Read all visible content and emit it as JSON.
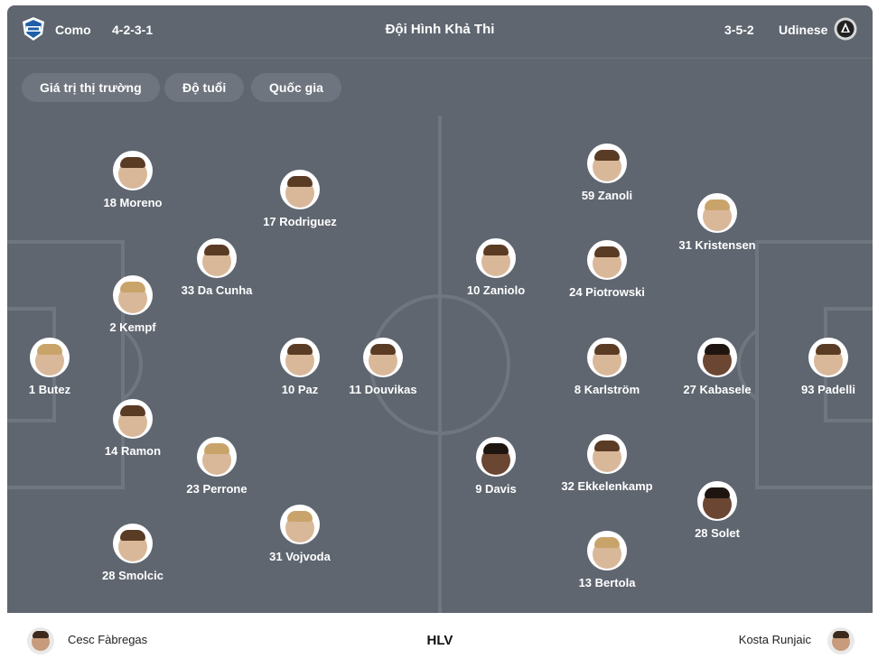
{
  "header": {
    "home_team": "Como",
    "home_formation": "4-2-3-1",
    "title": "Đội Hình Khả Thi",
    "away_formation": "3-5-2",
    "away_team": "Udinese"
  },
  "filters": [
    "Giá trị thị trường",
    "Độ tuổi",
    "Quốc gia"
  ],
  "home_players": [
    {
      "label": "1 Butez"
    },
    {
      "label": "18 Moreno"
    },
    {
      "label": "2 Kempf"
    },
    {
      "label": "14 Ramon"
    },
    {
      "label": "28 Smolcic"
    },
    {
      "label": "33 Da Cunha"
    },
    {
      "label": "23 Perrone"
    },
    {
      "label": "17 Rodriguez"
    },
    {
      "label": "10 Paz"
    },
    {
      "label": "31 Vojvoda"
    },
    {
      "label": "11 Douvikas"
    }
  ],
  "away_players": [
    {
      "label": "10 Zaniolo"
    },
    {
      "label": "9 Davis"
    },
    {
      "label": "59 Zanoli"
    },
    {
      "label": "24 Piotrowski"
    },
    {
      "label": "8 Karlström"
    },
    {
      "label": "32 Ekkelenkamp"
    },
    {
      "label": "13 Bertola"
    },
    {
      "label": "31 Kristensen"
    },
    {
      "label": "27 Kabasele"
    },
    {
      "label": "28 Solet"
    },
    {
      "label": "93 Padelli"
    }
  ],
  "footer": {
    "home_coach": "Cesc Fàbregas",
    "label": "HLV",
    "away_coach": "Kosta Runjaic"
  },
  "colors": {
    "pitch": "#5f6670",
    "lines": "#6f767f",
    "chip": "#6e757e",
    "text": "#ffffff"
  }
}
